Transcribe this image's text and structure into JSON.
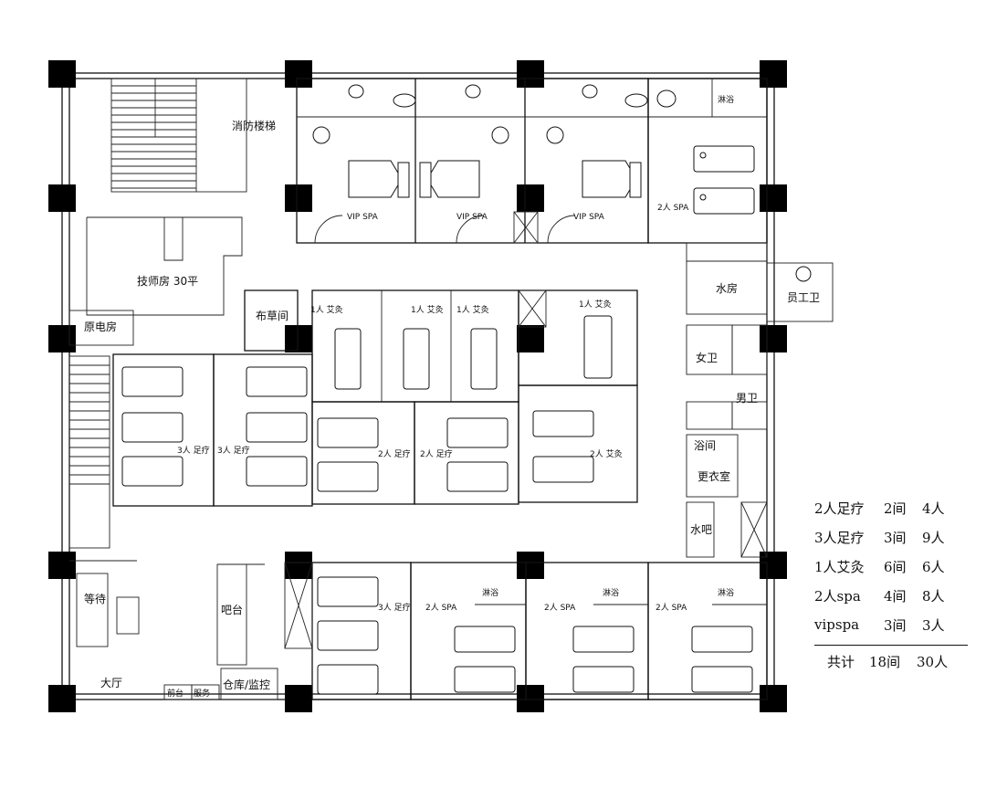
{
  "labels": {
    "fire_stair": "消防楼梯",
    "therapist_room": "技师房 30平",
    "power_room": "原电房",
    "linen_room": "布草间",
    "vip_spa_1": "VIP SPA",
    "vip_spa_2": "VIP SPA",
    "vip_spa_3": "VIP SPA",
    "spa2_top": "2人 SPA",
    "shower_top": "淋浴",
    "water_room": "水房",
    "staff_wc": "员工卫",
    "female": "女卫",
    "male": "男卫",
    "washroom": "浴间",
    "locker": "更衣室",
    "water_bar": "水吧",
    "moxa1_a": "1人 艾灸",
    "moxa1_b": "1人 艾灸",
    "moxa1_c": "1人 艾灸",
    "moxa1_d": "1人 艾灸",
    "moxa2": "2人 艾灸",
    "foot3_a": "3人 足疗",
    "foot3_b": "3人 足疗",
    "foot2_a": "2人 足疗",
    "foot2_b": "2人 足疗",
    "foot3_c": "3人 足疗",
    "spa2_a": "2人 SPA",
    "spa2_b": "2人 SPA",
    "spa2_c": "2人 SPA",
    "shower_a": "淋浴",
    "shower_b": "淋浴",
    "shower_c": "淋浴",
    "waiting": "等待",
    "bar": "吧台",
    "warehouse": "仓库/监控",
    "lobby": "大厅",
    "sign_a": "前台",
    "sign_b": "服务"
  },
  "legend": {
    "rows": [
      {
        "type": "2人足疗",
        "rooms": "2间",
        "people": "4人"
      },
      {
        "type": "3人足疗",
        "rooms": "3间",
        "people": "9人"
      },
      {
        "type": "1人艾灸",
        "rooms": "6间",
        "people": "6人"
      },
      {
        "type": "2人spa",
        "rooms": "4间",
        "people": "8人"
      },
      {
        "type": "vipspa",
        "rooms": "3间",
        "people": "3人"
      }
    ],
    "total": {
      "label": "共计",
      "rooms": "18间",
      "people": "30人"
    }
  }
}
